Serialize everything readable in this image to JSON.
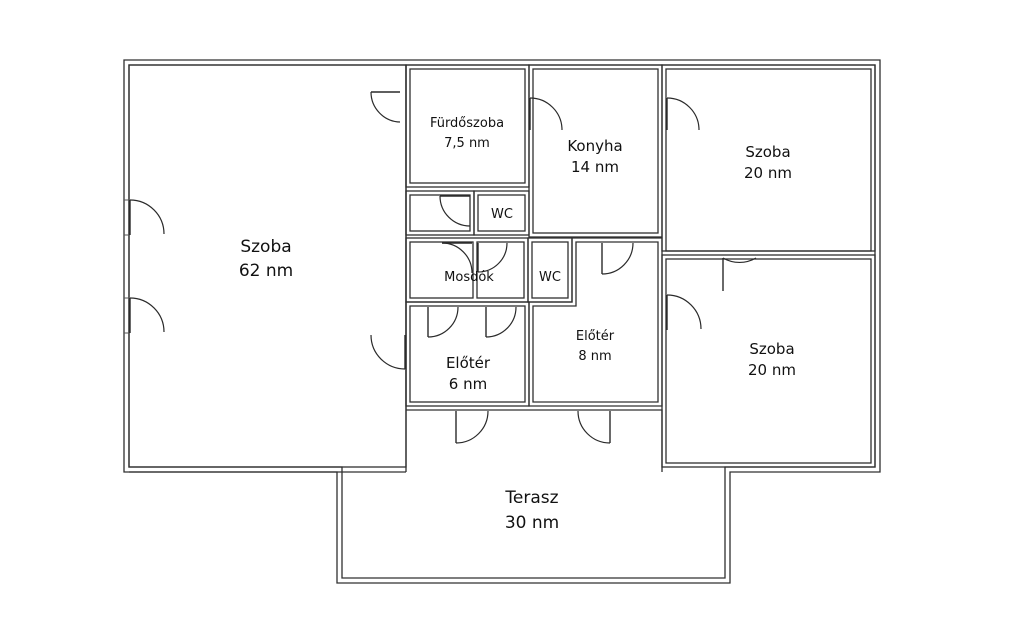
{
  "rooms": {
    "big_room": {
      "name": "Szoba",
      "area": "62 nm"
    },
    "bathroom": {
      "name": "Fürdőszoba",
      "area": "7,5 nm"
    },
    "kitchen": {
      "name": "Konyha",
      "area": "14 nm"
    },
    "room_top_right": {
      "name": "Szoba",
      "area": "20 nm"
    },
    "room_bottom_right": {
      "name": "Szoba",
      "area": "20 nm"
    },
    "wc_upper": {
      "name": "WC"
    },
    "wc_lower": {
      "name": "WC"
    },
    "washroom": {
      "name": "Mosdók"
    },
    "hall_left": {
      "name": "Előtér",
      "area": "6 nm"
    },
    "hall_center": {
      "name": "Előtér",
      "area": "8 nm"
    },
    "terrace": {
      "name": "Terasz",
      "area": "30 nm"
    }
  }
}
